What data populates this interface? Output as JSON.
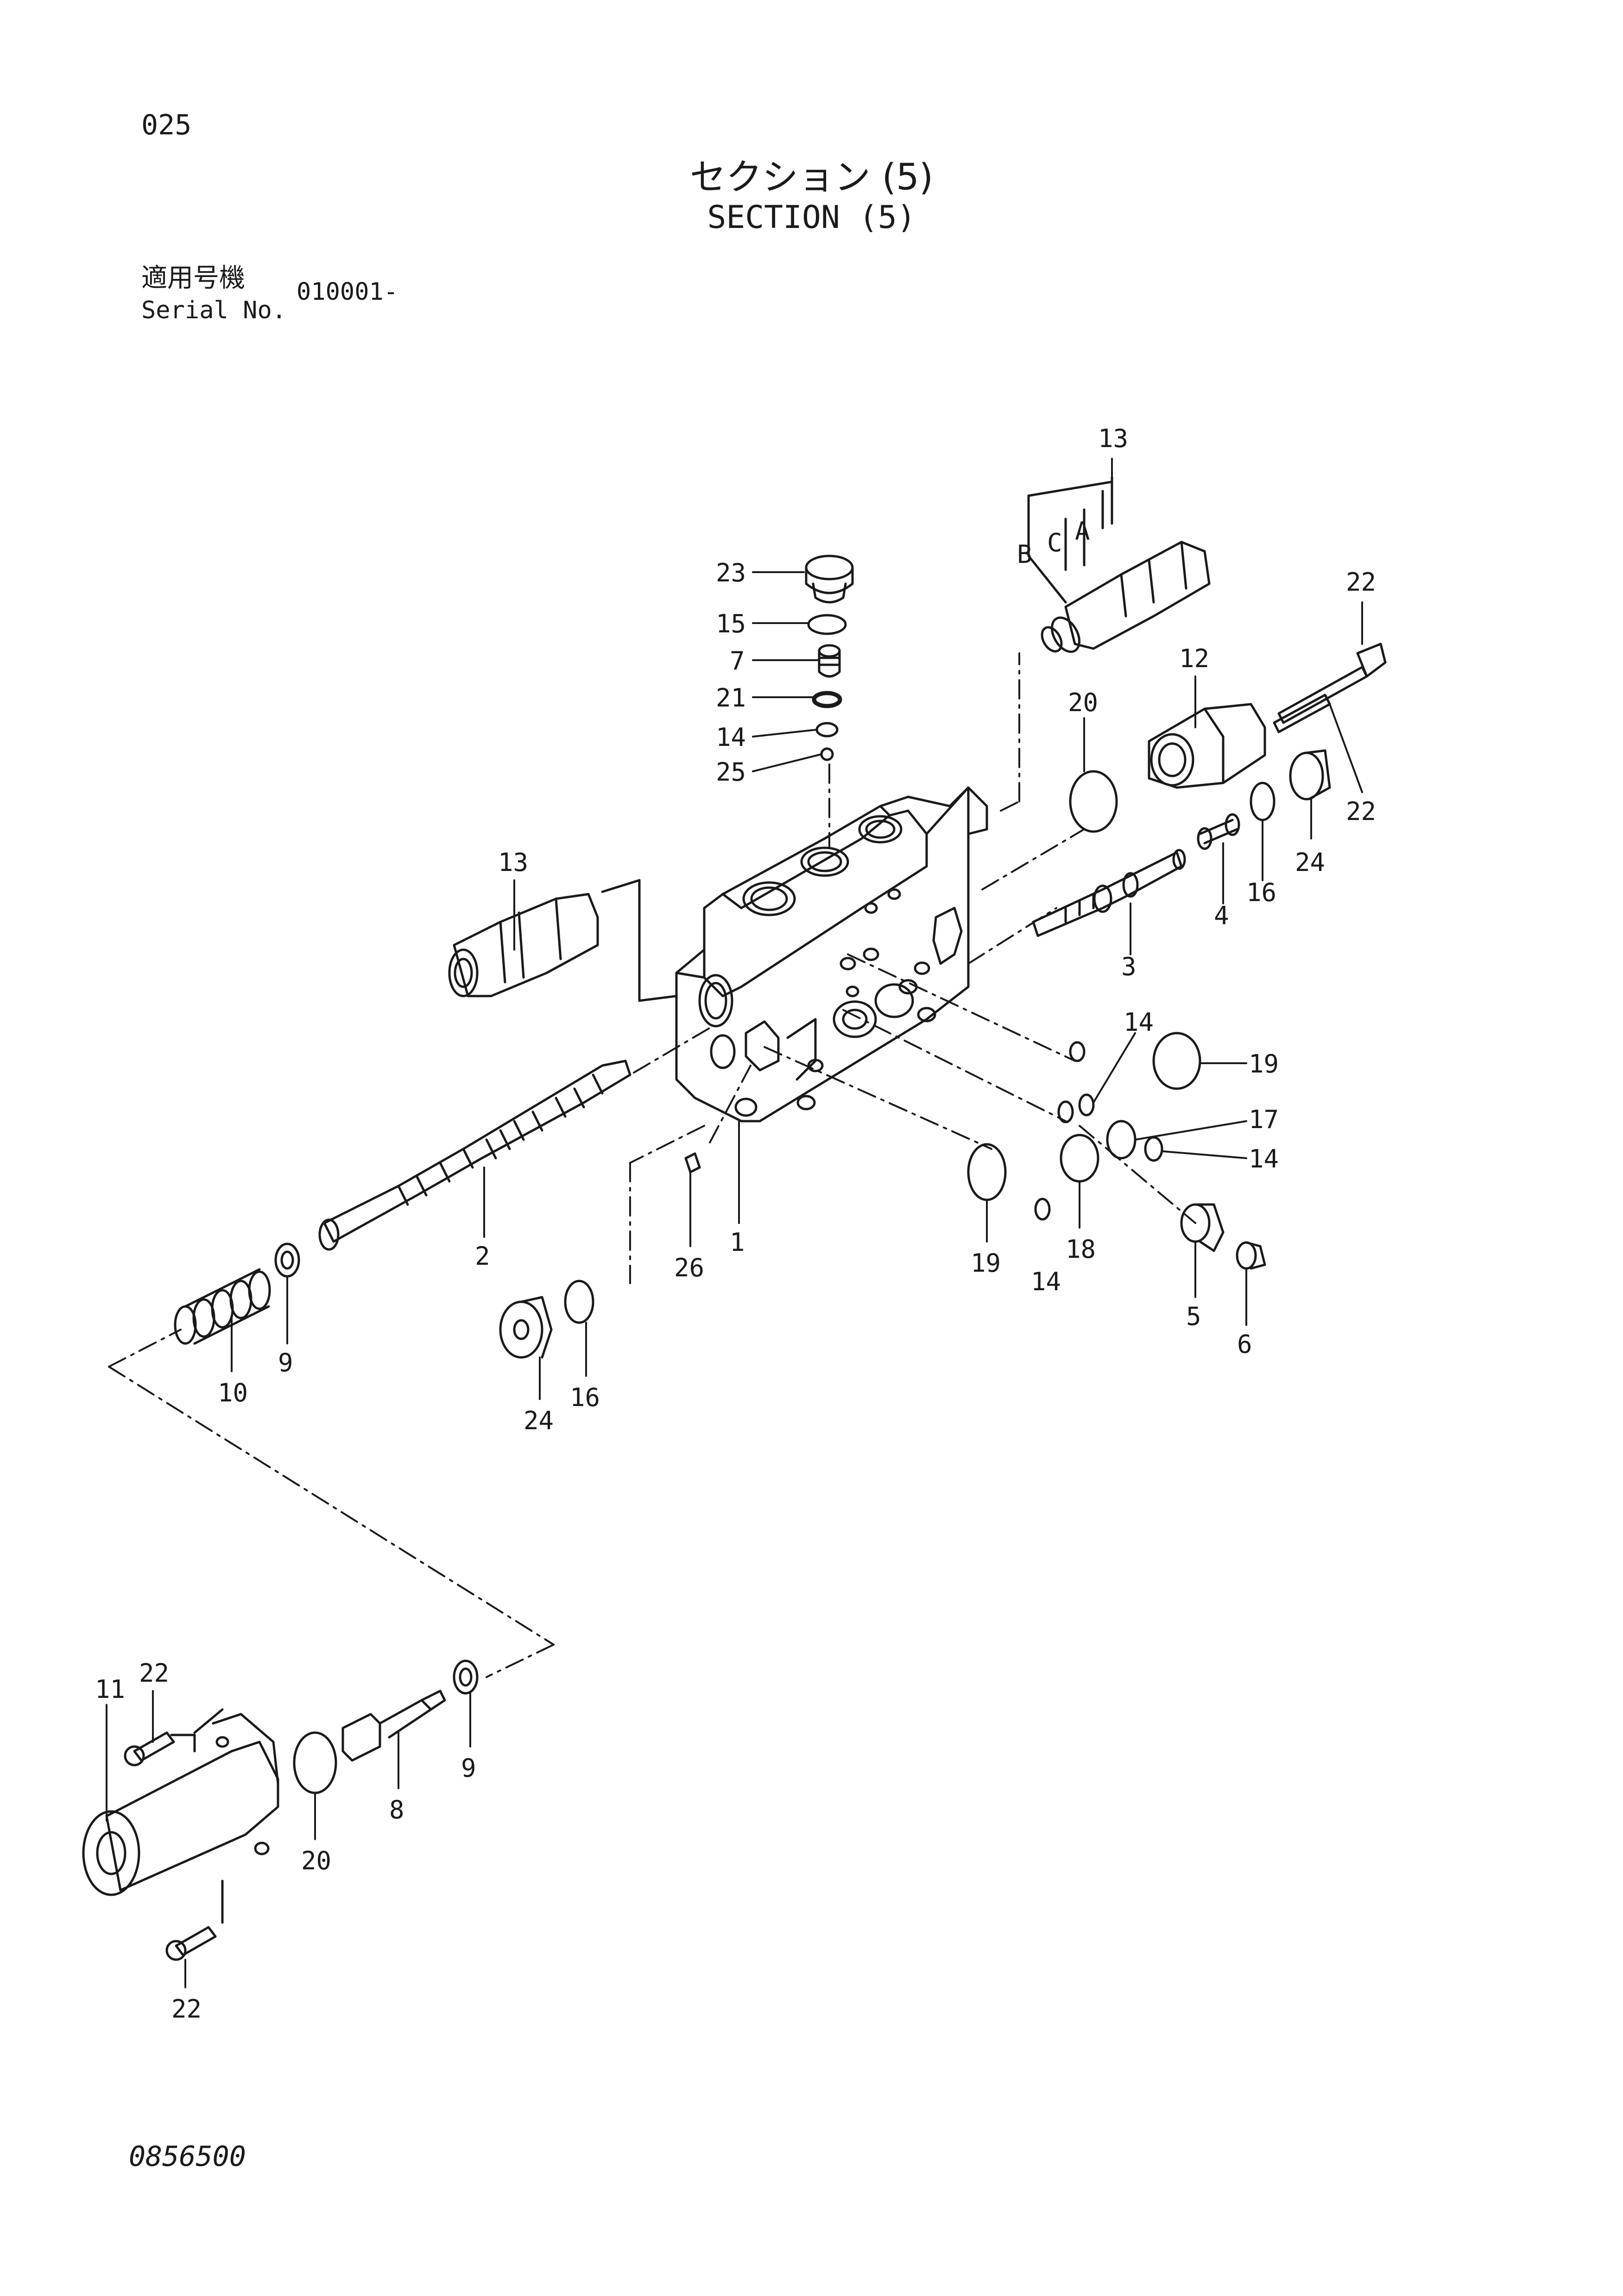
{
  "header": {
    "page_number": "025",
    "title_jp": "セクション (5)",
    "title_en": "SECTION (5)",
    "serial_label_jp": "適用号機",
    "serial_label_en": "Serial No.",
    "serial_value": "010001-"
  },
  "footer": {
    "drawing_number": "0856500"
  },
  "callouts": [
    {
      "id": "c13-top",
      "text": "13"
    },
    {
      "id": "cB",
      "text": "B"
    },
    {
      "id": "cC",
      "text": "C"
    },
    {
      "id": "cA",
      "text": "A"
    },
    {
      "id": "c23",
      "text": "23"
    },
    {
      "id": "c15",
      "text": "15"
    },
    {
      "id": "c7",
      "text": "7"
    },
    {
      "id": "c21",
      "text": "21"
    },
    {
      "id": "c14-top",
      "text": "14"
    },
    {
      "id": "c25",
      "text": "25"
    },
    {
      "id": "c22-top",
      "text": "22"
    },
    {
      "id": "c12",
      "text": "12"
    },
    {
      "id": "c20-top",
      "text": "20"
    },
    {
      "id": "c22-right",
      "text": "22"
    },
    {
      "id": "c24-right",
      "text": "24"
    },
    {
      "id": "c16-right",
      "text": "16"
    },
    {
      "id": "c4",
      "text": "4"
    },
    {
      "id": "c3",
      "text": "3"
    },
    {
      "id": "c13-left",
      "text": "13"
    },
    {
      "id": "c14-mid",
      "text": "14"
    },
    {
      "id": "c19-right",
      "text": "19"
    },
    {
      "id": "c17",
      "text": "17"
    },
    {
      "id": "c14-right",
      "text": "14"
    },
    {
      "id": "c19-mid",
      "text": "19"
    },
    {
      "id": "c14-low",
      "text": "14"
    },
    {
      "id": "c18",
      "text": "18"
    },
    {
      "id": "c5",
      "text": "5"
    },
    {
      "id": "c6",
      "text": "6"
    },
    {
      "id": "c1",
      "text": "1"
    },
    {
      "id": "c26",
      "text": "26"
    },
    {
      "id": "c2",
      "text": "2"
    },
    {
      "id": "c9-top",
      "text": "9"
    },
    {
      "id": "c10",
      "text": "10"
    },
    {
      "id": "c24-left",
      "text": "24"
    },
    {
      "id": "c16-left",
      "text": "16"
    },
    {
      "id": "c11",
      "text": "11"
    },
    {
      "id": "c22-bl-top",
      "text": "22"
    },
    {
      "id": "c20-bottom",
      "text": "20"
    },
    {
      "id": "c8",
      "text": "8"
    },
    {
      "id": "c9-bottom",
      "text": "9"
    },
    {
      "id": "c22-bl-bottom",
      "text": "22"
    }
  ]
}
